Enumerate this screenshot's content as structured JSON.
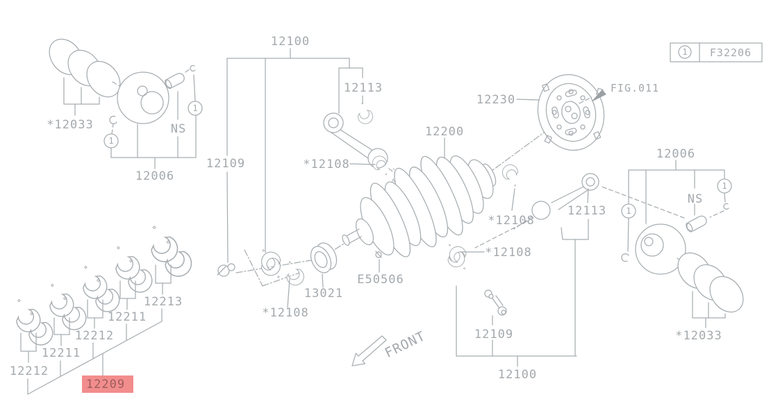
{
  "style": {
    "background": "#ffffff",
    "line_color": "#a7adb1",
    "label_color": "#a4a9ad",
    "highlight_bg": "#f28d8d",
    "highlight_text": "#9e5c5c"
  },
  "ref_box": {
    "index": "1",
    "code": "F32206"
  },
  "annotations": {
    "front": "FRONT",
    "fig_ref": "FIG.011",
    "circled_one": "1",
    "ns": "NS"
  },
  "labels": {
    "assembly_top": "12100",
    "assembly_bottom": "12100",
    "rod_bearing_upper": "12113",
    "rod_bearing_right": "12113",
    "drive_plate": "12230",
    "crankshaft": "12200",
    "ring_set_left": "*12033",
    "ring_set_right": "*12033",
    "piston_left": "12006",
    "piston_right": "12006",
    "rod_bolt_left": "12109",
    "rod_bolt_right": "12109",
    "bearing_mid_upper": "*12108",
    "bearing_right_upper": "*12108",
    "bearing_right_lower": "*12108",
    "bearing_front_lower": "*12108",
    "sprocket": "13021",
    "key": "E50506",
    "main_bearing_1": "12212",
    "main_bearing_2": "12211",
    "main_bearing_3": "12212",
    "main_bearing_4": "12211",
    "main_bearing_5": "12213",
    "main_bearing_set_selected": "12209"
  }
}
